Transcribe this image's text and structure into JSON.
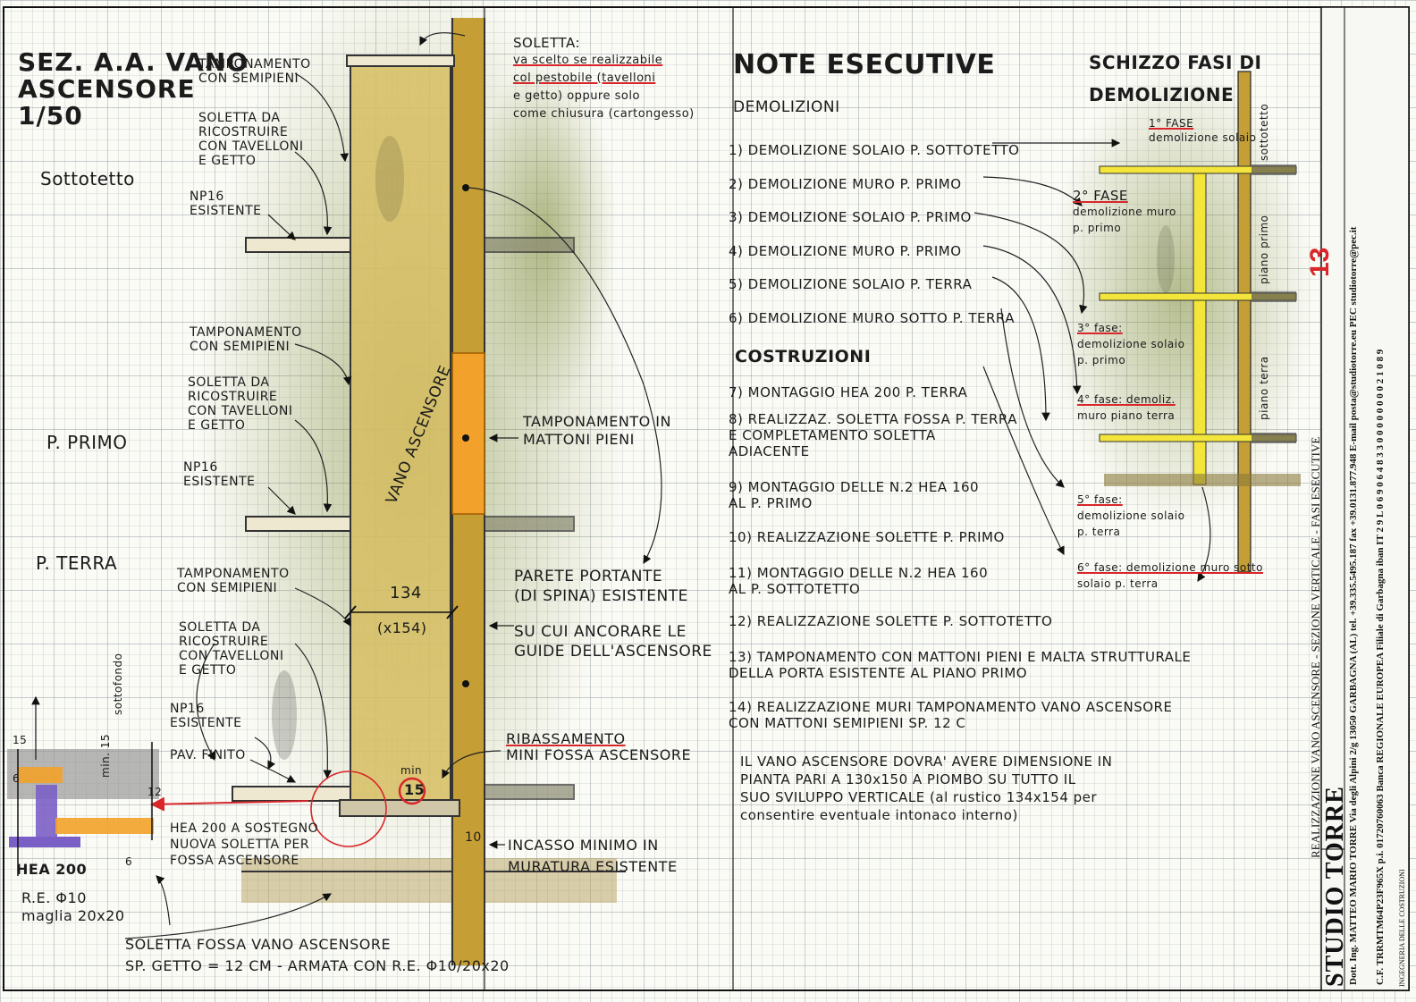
{
  "drawing": {
    "title_lines": [
      "SEZ. A.A. VANO",
      "ASCENSORE",
      "1/50"
    ],
    "levels": {
      "sottotetto": "Sottotetto",
      "primo": "P. PRIMO",
      "terra": "P. TERRA"
    },
    "left_labels": {
      "tamp1": [
        "TAMPONAMENTO",
        "CON SEMIPIENI"
      ],
      "soletta1": [
        "SOLETTA DA",
        "RICOSTRUIRE",
        "CON TAVELLONI",
        "E GETTO"
      ],
      "np16_1": [
        "NP16",
        "ESISTENTE"
      ],
      "tamp2": [
        "TAMPONAMENTO",
        "CON SEMIPIENI"
      ],
      "soletta2": [
        "SOLETTA DA",
        "RICOSTRUIRE",
        "CON TAVELLONI",
        "E GETTO"
      ],
      "np16_2": [
        "NP16",
        "ESISTENTE"
      ],
      "tamp3": [
        "TAMPONAMENTO",
        "CON SEMIPIENI"
      ],
      "soletta3": [
        "SOLETTA DA",
        "RICOSTRUIRE",
        "CON TAVELLONI",
        "E GETTO"
      ],
      "np16_3": [
        "NP16",
        "ESISTENTE"
      ],
      "pav": "PAV. FINITO"
    },
    "soletta_top": [
      "SOLETTA:",
      "va scelto se realizzabile",
      "col pestobile (tavelloni",
      "e getto) oppure solo",
      "come chiusura (cartongesso)"
    ],
    "vano_label": "VANO ASCENSORE",
    "tamp_pieni": [
      "TAMPONAMENTO IN",
      "MATTONI PIENI"
    ],
    "parete": [
      "PARETE PORTANTE",
      "(DI SPINA) ESISTENTE",
      "SU CUI ANCORARE LE",
      "GUIDE DELL'ASCENSORE"
    ],
    "dim_134": "134",
    "dim_154": "(x154)",
    "ribassamento": [
      "RIBASSAMENTO",
      "MINI FOSSA ASCENSORE"
    ],
    "min15": {
      "label": "min",
      "value": "15"
    },
    "dim_10": "10",
    "incasso": [
      "INCASSO MINIMO IN",
      "MURATURA ESISTENTE"
    ],
    "hea_sostegno": [
      "HEA 200 A SOSTEGNO",
      "NUOVA SOLETTA PER",
      "FOSSA ASCENSORE"
    ],
    "detail": {
      "hea": "HEA 200",
      "re": [
        "R.E. Φ10",
        "maglia 20x20"
      ],
      "dims": [
        "15",
        "6",
        "12",
        "6",
        "min. 15",
        "sottofondo"
      ]
    },
    "soletta_fossa": [
      "SOLETTA FOSSA VANO ASCENSORE",
      "SP. GETTO = 12 CM - ARMATA CON R.E. Φ10/20x20"
    ]
  },
  "notes": {
    "title": "NOTE ESECUTIVE",
    "demolizioni_title": "DEMOLIZIONI",
    "demolizioni": [
      "1) DEMOLIZIONE SOLAIO P. SOTTOTETTO",
      "2) DEMOLIZIONE MURO P. PRIMO",
      "3) DEMOLIZIONE SOLAIO P. PRIMO",
      "4) DEMOLIZIONE MURO P. PRIMO",
      "5) DEMOLIZIONE SOLAIO P. TERRA",
      "6) DEMOLIZIONE MURO SOTTO P. TERRA"
    ],
    "costruzioni_title": "COSTRUZIONI",
    "costruzioni": [
      [
        "7) MONTAGGIO HEA 200 P. TERRA"
      ],
      [
        "8) REALIZZAZ. SOLETTA FOSSA P. TERRA",
        "E COMPLETAMENTO SOLETTA",
        "ADIACENTE"
      ],
      [
        "9) MONTAGGIO DELLE N.2 HEA 160",
        "AL P. PRIMO"
      ],
      [
        "10) REALIZZAZIONE SOLETTE P. PRIMO"
      ],
      [
        "11) MONTAGGIO DELLE N.2 HEA 160",
        "AL P. SOTTOTETTO"
      ],
      [
        "12) REALIZZAZIONE SOLETTE P. SOTTOTETTO"
      ],
      [
        "13) TAMPONAMENTO CON MATTONI PIENI E MALTA STRUTTURALE",
        "DELLA PORTA ESISTENTE AL PIANO PRIMO"
      ],
      [
        "14) REALIZZAZIONE MURI TAMPONAMENTO VANO ASCENSORE",
        "CON MATTONI SEMIPIENI SP. 12 C"
      ]
    ],
    "final": [
      "IL VANO ASCENSORE DOVRA' AVERE DIMENSIONE IN",
      "PIANTA PARI A 130x150 A PIOMBO SU TUTTO IL",
      "SUO SVILUPPO VERTICALE (al rustico 134x154 per",
      "consentire eventuale intonaco interno)"
    ]
  },
  "schizzo": {
    "title": [
      "SCHIZZO FASI DI",
      "DEMOLIZIONE"
    ],
    "phases": [
      [
        "1° FASE",
        "demolizione solaio"
      ],
      [
        "2° FASE",
        "demolizione muro",
        "p. primo"
      ],
      [
        "3° fase:",
        "demolizione solaio",
        "p. primo"
      ],
      [
        "4° fase: demoliz.",
        "muro piano terra"
      ],
      [
        "5° fase:",
        "demolizione solaio",
        "p. terra"
      ],
      [
        "6° fase: demolizione muro sotto",
        "solaio p. terra"
      ]
    ],
    "levels": [
      "sottotetto",
      "piano primo",
      "piano terra"
    ]
  },
  "titleblock": {
    "sheet_number": "13",
    "subject": "REALIZZAZIONE VANO ASCENSORE - SEZIONE VERTICALE - FASI ESECUTIVE",
    "line1": "Dott. Ing. MATTEO MARIO TORRE   Via degli Alpini 2/g   13050   GARBAGNA (AL)   tel. +39.335.5495.187   fax +39.0131.877.948   E-mail posta@studiotorre.eu   PEC studiotorre@pec.it",
    "line2": "C.F. TRRMTM64P23F965X   p.i. 01720760063   Banca REGIONALE EUROPEA Filiale di Garbagna   iban   IT 2 9 L 0 6 9 0 6 4 8 3 3 0 0 0 0 0 0 0 0 2 1 0 8 9",
    "brand": "STUDIO TORRE",
    "brand_sub": "INGEGNERIA DELLE COSTRUZIONI"
  },
  "colors": {
    "accent_red": "#d8262a",
    "wood": "#c9a447",
    "orange": "#f2a22a",
    "steel_yellow": "#f3e53a",
    "grid": "#a7b3b9"
  }
}
